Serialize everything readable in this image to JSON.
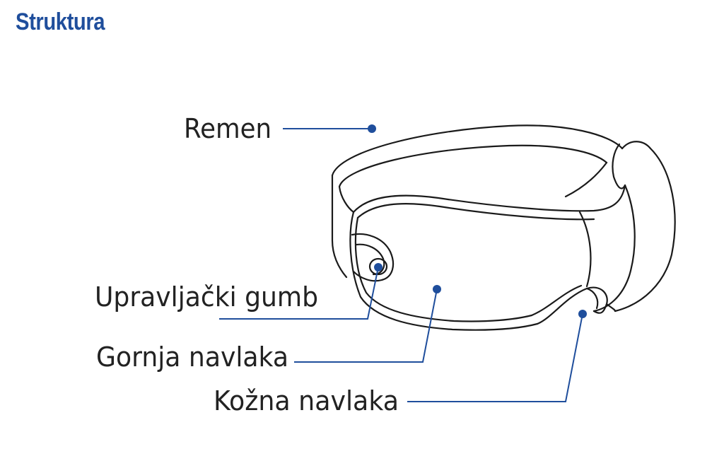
{
  "title": "Struktura",
  "accent_color": "#1f4e9c",
  "labels": {
    "strap": "Remen",
    "control_button": "Upravljački gumb",
    "upper_cover": "Gornja navlaka",
    "leather_cover": "Kožna navlaka"
  }
}
